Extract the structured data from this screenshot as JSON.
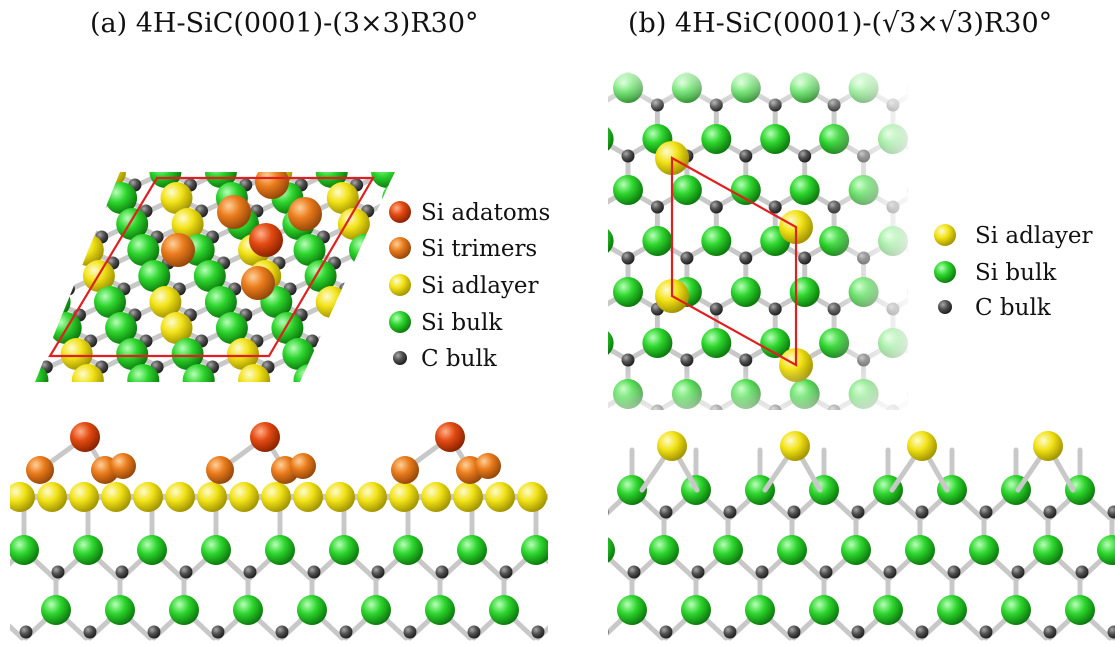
{
  "panels": [
    {
      "id": "a",
      "title": "(a) 4H-SiC(0001)-(3×3)R30°",
      "legend": [
        {
          "label": "Si adatoms",
          "color": "#e34a12"
        },
        {
          "label": "Si trimers",
          "color": "#ea7c1c"
        },
        {
          "label": "Si adlayer",
          "color": "#f2e318"
        },
        {
          "label": "Si bulk",
          "color": "#2ed62e"
        },
        {
          "label": "C bulk",
          "color": "#505050"
        }
      ]
    },
    {
      "id": "b",
      "title": "(b) 4H-SiC(0001)-(√3×√3)R30°",
      "legend": [
        {
          "label": "Si adlayer",
          "color": "#f2e318"
        },
        {
          "label": "Si bulk",
          "color": "#2ed62e"
        },
        {
          "label": "C bulk",
          "color": "#505050"
        }
      ]
    }
  ],
  "unit_cell_color": "#e02020",
  "bond_color": "#c8c8c8"
}
